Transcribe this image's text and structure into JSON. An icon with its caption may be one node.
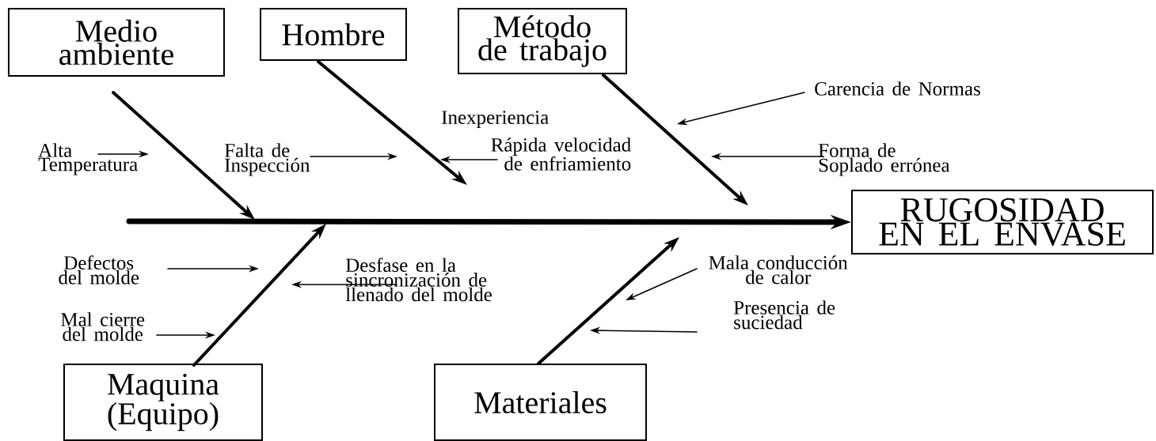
{
  "diagram": {
    "nodes": [
      {
        "text": [
          "Medio ambiente"
        ]
      },
      {
        "text": [
          "Hombre"
        ]
      },
      {
        "text": [
          "Método de trabajo"
        ]
      },
      {
        "text": [
          "Maquina (Equipo)"
        ]
      },
      {
        "text": [
          "Materiales"
        ]
      },
      {
        "text": [
          "RUGOSIDAD EN EL ENVASE"
        ]
      },
      {
        "text": [
          "Alta Temperatura"
        ]
      },
      {
        "text": [
          "Falta de Inspección"
        ]
      },
      {
        "text": [
          "Rápida velocidad de enfriamiento"
        ]
      },
      {
        "text": [
          "Carencia de Normas"
        ]
      },
      {
        "text": [
          "Forma de Soplado errónea"
        ]
      },
      {
        "text": [
          "Defectos del molde"
        ]
      },
      {
        "text": [
          "Mal cierre del molde"
        ]
      },
      {
        "text": [
          "Desfase en la sincronización de llenado del molde"
        ]
      },
      {
        "text": [
          "Mala conducción de calor"
        ]
      },
      {
        "text": [
          "Presencia de suciedad"
        ]
      }
    ],
    "edges": [
      {
        "from": null,
        "to": 5,
        "arrow": "to",
        "style": "thick"
      },
      {
        "from": 0,
        "to": null,
        "arrow": "to",
        "style": "thick"
      },
      {
        "from": 1,
        "to": null,
        "arrow": "to",
        "style": "thick"
      },
      {
        "from": 2,
        "to": null,
        "arrow": "to",
        "style": "thick"
      },
      {
        "from": 3,
        "to": null,
        "arrow": "to",
        "style": "thick"
      },
      {
        "from": 4,
        "to": null,
        "arrow": "to",
        "style": "thick"
      },
      {
        "from": 6,
        "to": null,
        "arrow": "to"
      },
      {
        "from": 7,
        "to": null,
        "arrow": "to"
      },
      {
        "from": 8,
        "to": null,
        "arrow": "to"
      },
      {
        "from": 9,
        "to": null,
        "arrow": "to"
      },
      {
        "from": 10,
        "to": null,
        "arrow": "to"
      },
      {
        "from": 11,
        "to": null,
        "arrow": "to"
      },
      {
        "from": 12,
        "to": null,
        "arrow": "to"
      },
      {
        "from": 13,
        "to": null,
        "arrow": "to"
      },
      {
        "from": 14,
        "to": null,
        "arrow": "to"
      },
      {
        "from": 15,
        "to": null,
        "arrow": "to"
      }
    ],
    "labels": [
      "Inexperiencia"
    ]
  }
}
